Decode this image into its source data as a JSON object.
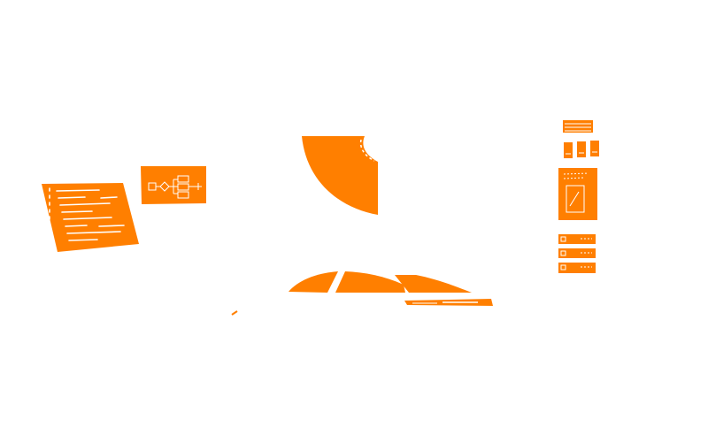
{
  "theme": {
    "background": "#ffffff",
    "accent": "#ff7f00",
    "line": "#ffffff"
  },
  "illustration": {
    "kind": "isometric-workspace",
    "elements": [
      "code-document-panel",
      "flowchart-panel",
      "screen-panel",
      "desk-surface",
      "ui-components-panel"
    ]
  }
}
